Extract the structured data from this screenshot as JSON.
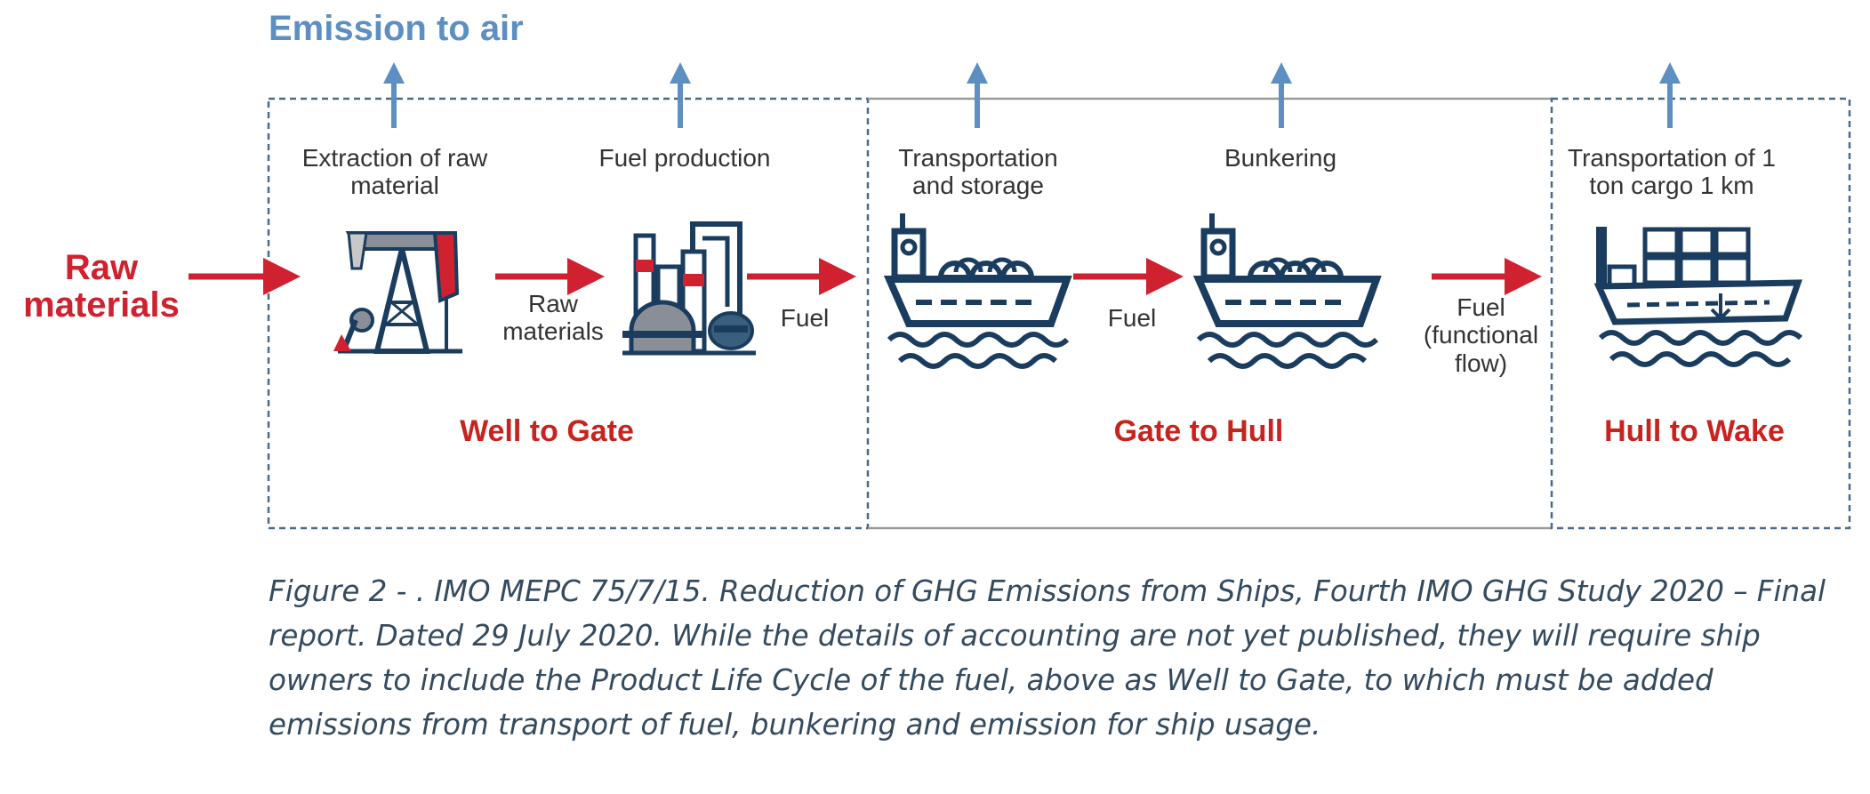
{
  "diagram": {
    "emission_label": "Emission to air",
    "raw_input_label": "Raw materials",
    "steps": [
      {
        "label": "Extraction of raw material"
      },
      {
        "label": "Fuel production"
      },
      {
        "label": "Transportation and storage"
      },
      {
        "label": "Bunkering"
      },
      {
        "label": "Transportation of 1 ton cargo 1 km"
      }
    ],
    "flows": [
      "Raw materials",
      "Fuel",
      "Fuel",
      "Fuel (functional flow)"
    ],
    "stages": [
      "Well to Gate",
      "Gate to Hull",
      "Hull to Wake"
    ],
    "colors": {
      "arrow": "#d02130",
      "emission": "#5d8fc2",
      "icon": "#1a3c5e",
      "stage_text": "#c8231e",
      "box_border": "#4a6a8c"
    },
    "icons": [
      "pumpjack-icon",
      "refinery-icon",
      "tanker-ship-icon",
      "tanker-ship-icon",
      "cargo-ship-icon"
    ]
  },
  "caption": "Figure 2 - . IMO MEPC 75/7/15. Reduction of GHG Emissions from Ships, Fourth IMO GHG Study 2020 – Final report. Dated 29 July 2020. While the details of accounting are not yet published, they will require ship owners to include the Product Life Cycle of the fuel, above as Well to Gate, to which must be added emissions from transport of fuel, bunkering and emission for ship usage."
}
